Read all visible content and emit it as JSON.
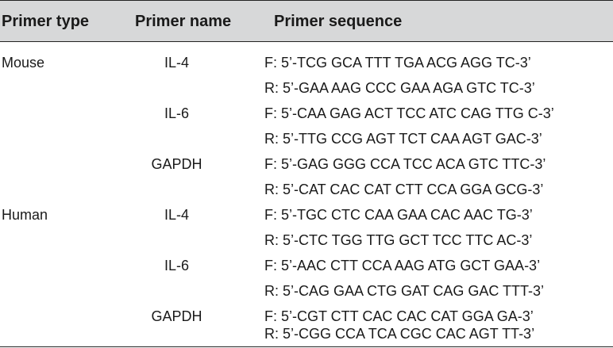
{
  "table": {
    "headers": {
      "type": "Primer type",
      "name": "Primer name",
      "sequence": "Primer sequence"
    },
    "rows": [
      {
        "type": "Mouse",
        "name": "IL-4",
        "sequence": "F: 5’-TCG GCA TTT TGA ACG AGG TC-3’"
      },
      {
        "type": "",
        "name": "",
        "sequence": "R: 5’-GAA AAG CCC GAA AGA GTC TC-3’"
      },
      {
        "type": "",
        "name": "IL-6",
        "sequence": "F: 5’-CAA GAG ACT TCC ATC CAG TTG C-3’"
      },
      {
        "type": "",
        "name": "",
        "sequence": "R: 5’-TTG CCG AGT TCT CAA AGT GAC-3’"
      },
      {
        "type": "",
        "name": "GAPDH",
        "sequence": "F: 5’-GAG GGG CCA TCC ACA GTC TTC-3’"
      },
      {
        "type": "",
        "name": "",
        "sequence": "R: 5’-CAT CAC CAT CTT CCA GGA GCG-3’"
      },
      {
        "type": "Human",
        "name": "IL-4",
        "sequence": "F: 5’-TGC CTC CAA GAA CAC AAC TG-3’"
      },
      {
        "type": "",
        "name": "",
        "sequence": "R: 5’-CTC TGG TTG GCT TCC TTC AC-3’"
      },
      {
        "type": "",
        "name": "IL-6",
        "sequence": "F: 5’-AAC CTT CCA AAG ATG GCT GAA-3’"
      },
      {
        "type": "",
        "name": "",
        "sequence": "R: 5’-CAG GAA CTG GAT CAG GAC TTT-3’"
      },
      {
        "type": "",
        "name": "GAPDH",
        "sequence": "F: 5’-CGT CTT CAC CAC CAT GGA GA-3’"
      },
      {
        "type": "",
        "name": "",
        "sequence": "R: 5’-CGG CCA TCA CGC CAC AGT TT-3’"
      }
    ]
  }
}
